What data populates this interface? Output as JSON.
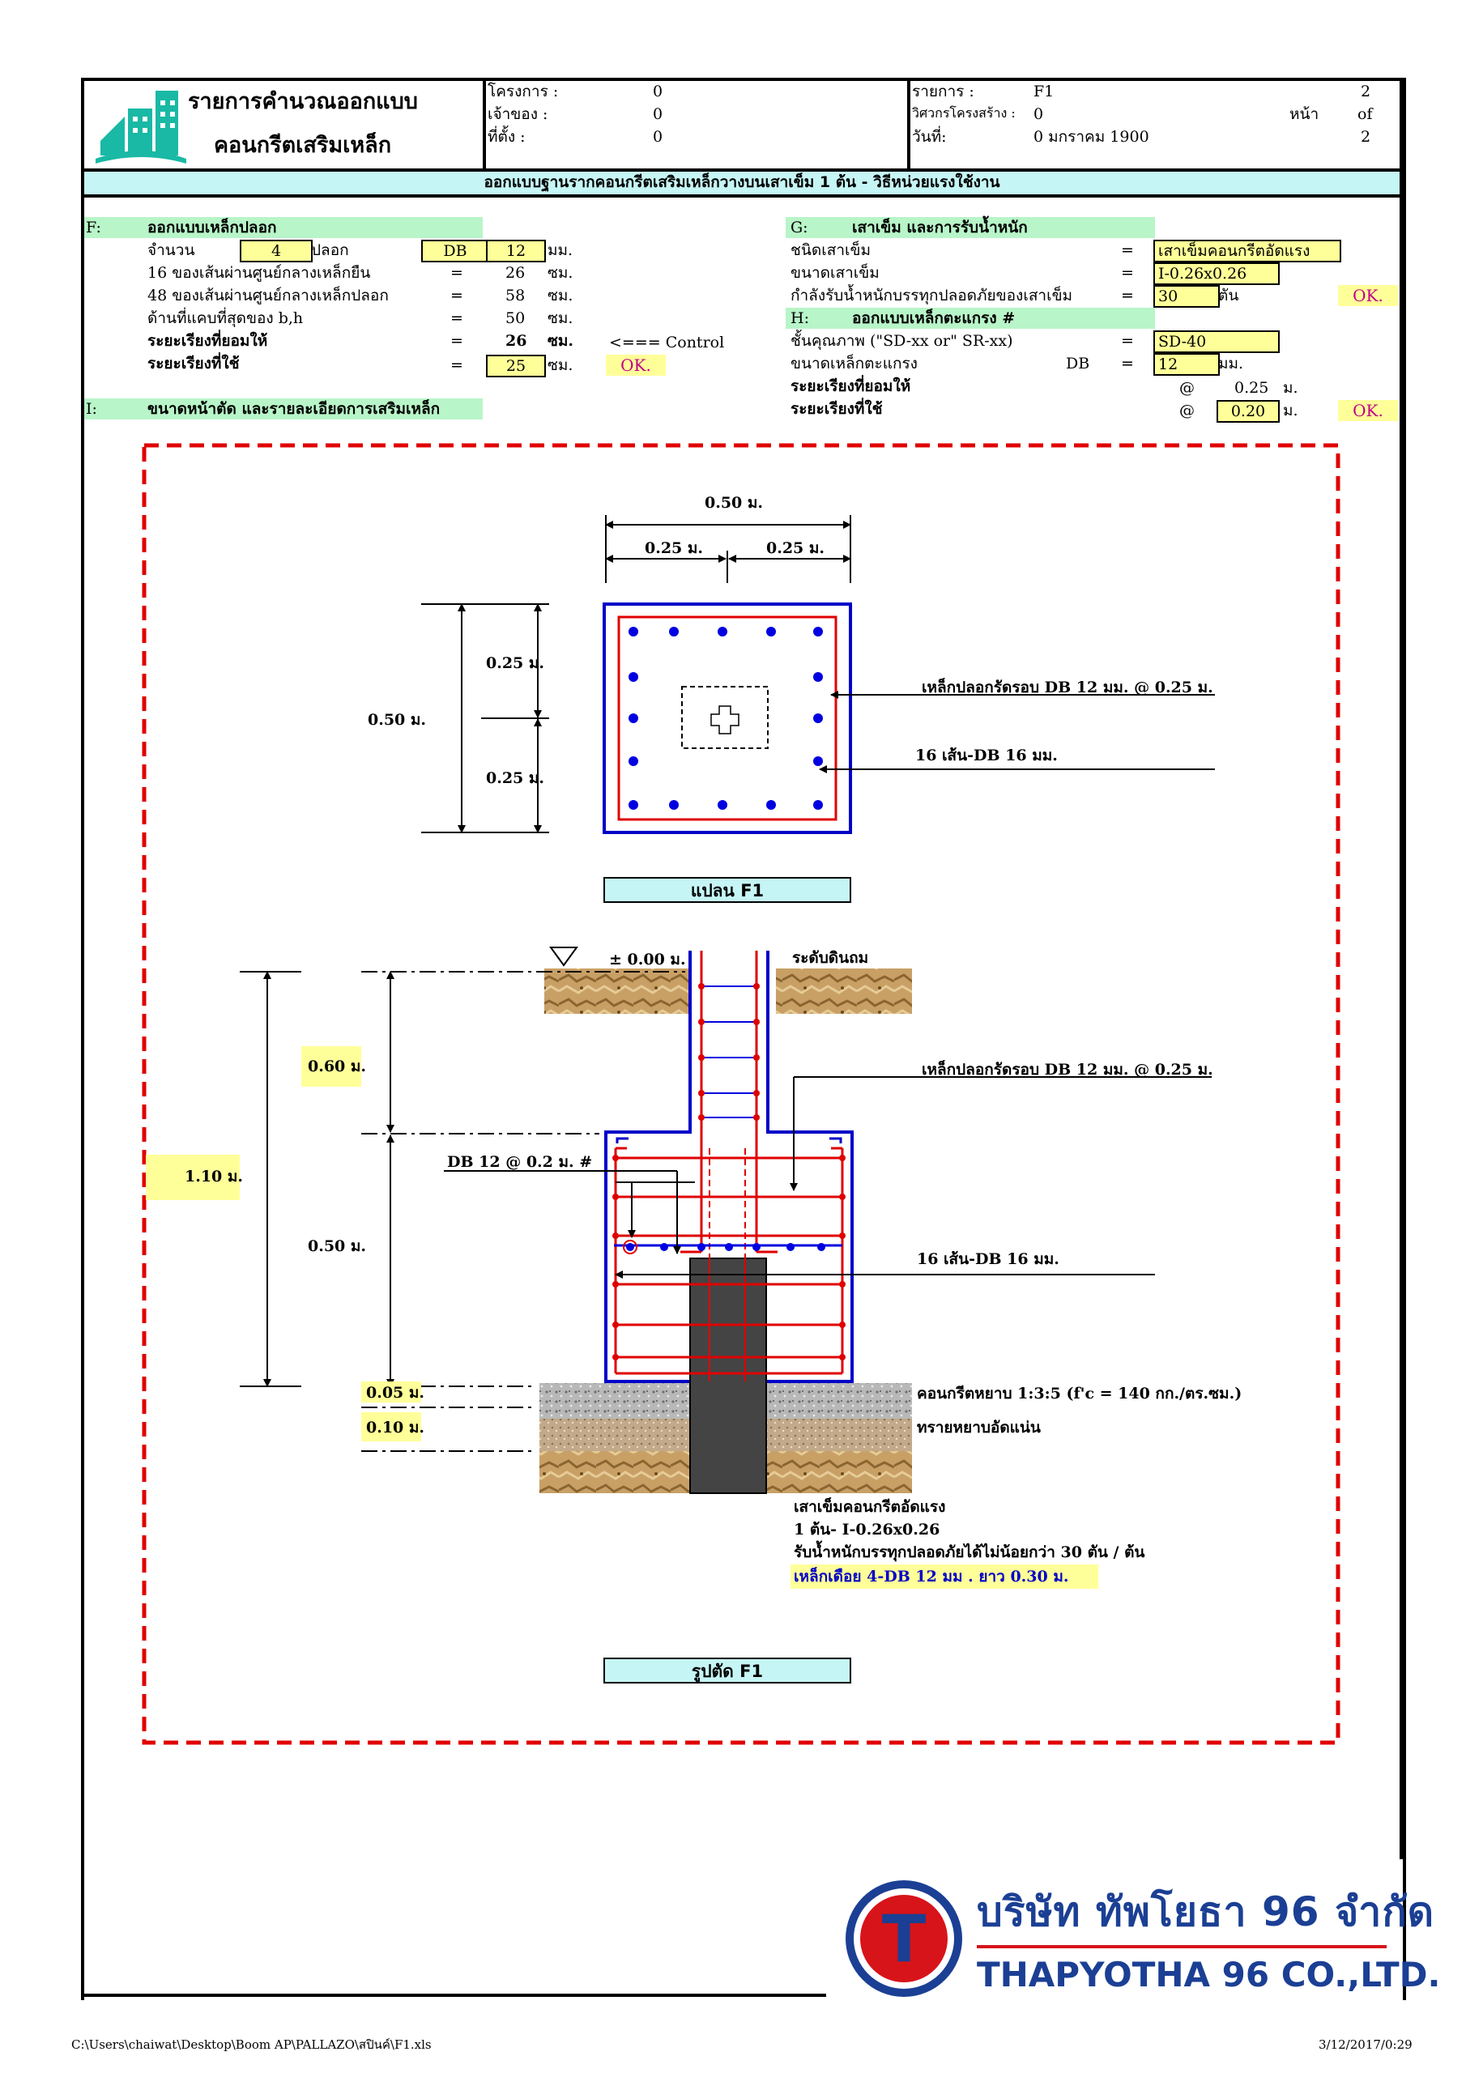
{
  "header": {
    "title_line1": "รายการคำนวณออกแบบ",
    "title_line2": "คอนกรีตเสริมเหล็ก",
    "project_label": "โครงการ :",
    "project_value": "0",
    "owner_label": "เจ้าของ :",
    "owner_value": "0",
    "location_label": "ที่ตั้ง :",
    "location_value": "0",
    "item_label": "รายการ :",
    "item_value": "F1",
    "engineer_label": "วิศวกรโครงสร้าง :",
    "engineer_value": "0",
    "date_label": "วันที่:",
    "date_value": "0 มกราคม 1900",
    "page_label": "หน้า",
    "page_num": "2",
    "of_label": "of",
    "page_total": "2",
    "banner": "ออกแบบฐานรากคอนกรีตเสริมเหล็กวางบนเสาเข็ม 1 ต้น - วิธีหน่วยแรงใช้งาน"
  },
  "section_f": {
    "code": "F:",
    "title": "ออกแบบเหล็กปลอก",
    "qty_label": "จำนวน",
    "qty_value": "4",
    "qty_unit": "ปลอก",
    "bar_type": "DB",
    "bar_size": "12",
    "bar_unit": "มม.",
    "row1_label": "16 ของเส้นผ่านศูนย์กลางเหล็กยืน",
    "row1_eq": "=",
    "row1_value": "26",
    "row1_unit": "ซม.",
    "row2_label": "48 ของเส้นผ่านศูนย์กลางเหล็กปลอก",
    "row2_eq": "=",
    "row2_value": "58",
    "row2_unit": "ซม.",
    "row3_label": "ด้านที่แคบที่สุดของ b,h",
    "row3_eq": "=",
    "row3_value": "50",
    "row3_unit": "ซม.",
    "row4_label": "ระยะเรียงที่ยอมให้",
    "row4_eq": "=",
    "row4_value": "26",
    "row4_unit": "ซม.",
    "row4_note": "<=== Control",
    "row5_label": "ระยะเรียงที่ใช้",
    "row5_eq": "=",
    "row5_value": "25",
    "row5_unit": "ซม.",
    "row5_ok": "OK."
  },
  "section_i": {
    "code": "I:",
    "title": "ขนาดหน้าตัด และรายละเอียดการเสริมเหล็ก"
  },
  "section_g": {
    "code": "G:",
    "title": "เสาเข็ม และการรับน้ำหนัก",
    "row1_label": "ชนิดเสาเข็ม",
    "row1_eq": "=",
    "row1_value": "เสาเข็มคอนกรีตอัดแรง",
    "row2_label": "ขนาดเสาเข็ม",
    "row2_eq": "=",
    "row2_value": "I-0.26x0.26",
    "row3_label": "กำลังรับน้ำหนักบรรทุกปลอดภัยของเสาเข็ม",
    "row3_eq": "=",
    "row3_value": "30",
    "row3_unit": "ตัน",
    "row3_ok": "OK."
  },
  "section_h": {
    "code": "H:",
    "title": "ออกแบบเหล็กตะแกรง #",
    "row1_label": "ชั้นคุณภาพ    (\"SD-xx or\" SR-xx)",
    "row1_eq": "=",
    "row1_value": "SD-40",
    "row2_label": "ขนาดเหล็กตะแกรง",
    "row2_type": "DB",
    "row2_eq": "=",
    "row2_value": "12",
    "row2_unit": "มม.",
    "row3_label": "ระยะเรียงที่ยอมให้",
    "row3_at": "@",
    "row3_value": "0.25",
    "row3_unit": "ม.",
    "row4_label": "ระยะเรียงที่ใช้",
    "row4_at": "@",
    "row4_value": "0.20",
    "row4_unit": "ม.",
    "row4_ok": "OK."
  },
  "plan": {
    "dim_total_w": "0.50 ม.",
    "dim_half_left": "0.25 ม.",
    "dim_half_right": "0.25 ม.",
    "dim_total_h": "0.50 ม.",
    "dim_half_top": "0.25 ม.",
    "dim_half_bottom": "0.25 ม.",
    "note_stirrup": "เหล็กปลอกรัดรอบ DB 12  มม. @ 0.25 ม.",
    "note_main": "16 เส้น-DB 16 มม.",
    "caption": "แปลน F1"
  },
  "section_view": {
    "ground_level": "± 0.00 ม.",
    "ground_label": "ระดับดินถม",
    "dim_060": "0.60 ม.",
    "dim_110": "1.10 ม.",
    "dim_050": "0.50 ม.",
    "dim_005": "0.05 ม.",
    "dim_010": "0.10 ม.",
    "note_stirrup": "เหล็กปลอกรัดรอบ DB 12  มม. @ 0.25 ม.",
    "note_mesh": "DB 12  @ 0.2 ม.  #",
    "note_main": "16 เส้น-DB 16 มม.",
    "note_lean": "คอนกรีตหยาบ 1:3:5 (f'c = 140 กก./ตร.ซม.)",
    "note_sand": "ทรายหยาบอัดแน่น",
    "pile_line1": "เสาเข็มคอนกรีตอัดแรง",
    "pile_line2": "1 ต้น- I-0.26x0.26",
    "pile_line3": "รับน้ำหนักบรรทุกปลอดภัยได้ไม่น้อยกว่า 30 ตัน / ต้น",
    "pile_line4": "เหล็กเดือย 4-DB 12 มม . ยาว 0.30 ม.",
    "caption": "รูปตัด F1"
  },
  "company": {
    "logo_letter": "T",
    "name_th": "บริษัท ทัพโยธา 96 จำกัด",
    "name_en": "THAPYOTHA 96 CO.,LTD."
  },
  "footer": {
    "path": "C:\\Users\\chaiwat\\Desktop\\Boom AP\\PALLAZO\\สปินค์\\F1.xls",
    "timestamp": "3/12/2017/0:29"
  },
  "colors": {
    "accent_cyan": "#c6f5f5",
    "accent_green": "#b8f5c8",
    "highlight_yellow": "#ffff99",
    "rebar_red": "#e00000",
    "outline_blue": "#0000c8",
    "ok_magenta": "#c0008a",
    "company_red": "#d7141a",
    "company_blue": "#1b3f94"
  }
}
